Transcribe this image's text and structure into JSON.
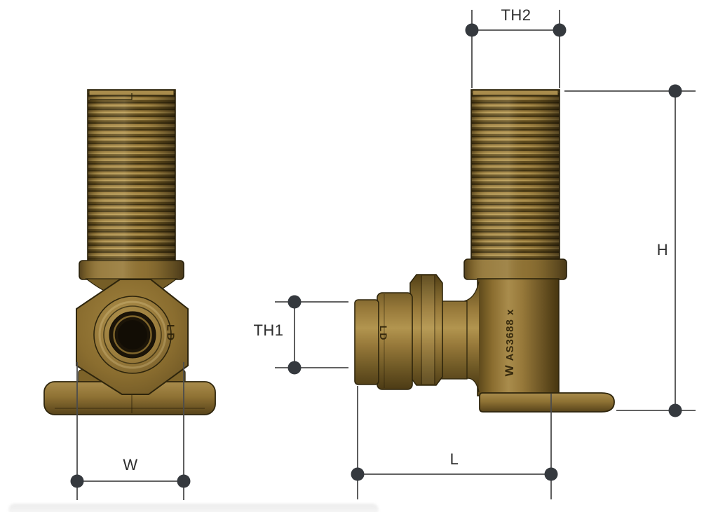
{
  "figure": {
    "description": "Technical dimension drawing of a brass wallplate elbow fitting, front and side views",
    "background": "#ffffff",
    "dimension_labels": {
      "th2": "TH2",
      "h": "H",
      "th1": "TH1",
      "w": "W",
      "l": "L"
    },
    "markings": {
      "front_ld": "LD",
      "side_ld": "LD",
      "brand_logo": "W",
      "standard_code": "AS3688 x"
    },
    "colors": {
      "brass_mid": "#8a6d2f",
      "brass_light": "#b2954f",
      "brass_dark": "#4a3914",
      "outline": "#2e250c",
      "dimension_line": "#4c4c4c",
      "dimension_dot": "#35393e",
      "label_text": "#2d2d2d",
      "engraving": "#2b2008"
    }
  }
}
